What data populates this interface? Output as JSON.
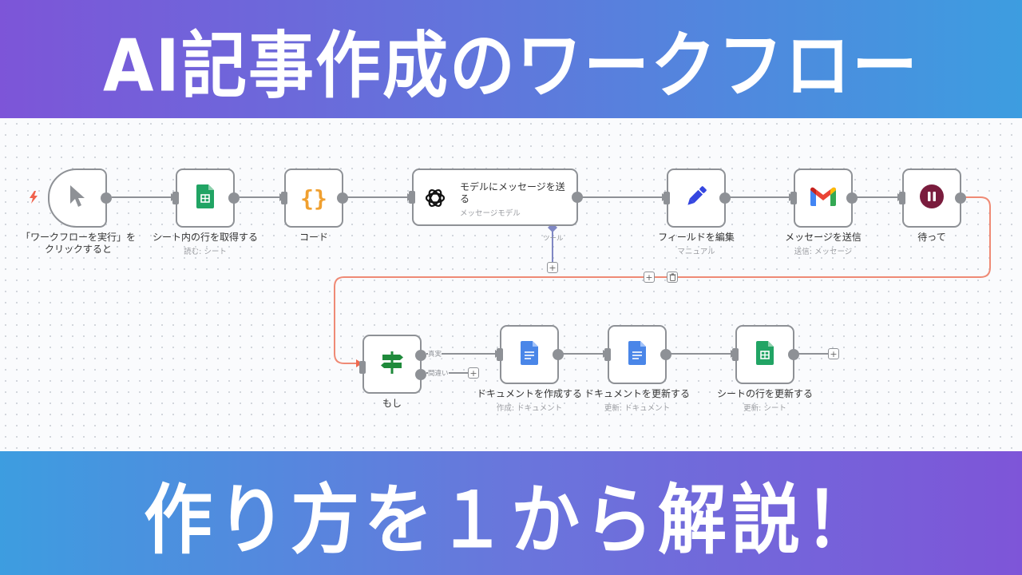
{
  "banner": {
    "title": "AI記事作成のワークフロー",
    "subtitle": "作り方を１から解説！",
    "colors": {
      "purple": "#7d55d8",
      "blue": "#3d9de0"
    }
  },
  "workflow": {
    "trigger_icon": "lightning-icon",
    "nodes": [
      {
        "id": "manual-trigger",
        "icon": "cursor-icon",
        "title": "「ワークフローを実行」を\nクリックすると",
        "title_line1": "「ワークフローを実行」を",
        "title_line2": "クリックすると",
        "subtitle": ""
      },
      {
        "id": "get-sheet-rows",
        "icon": "google-sheets-icon",
        "title": "シート内の行を取得する",
        "subtitle": "読む: シート"
      },
      {
        "id": "code",
        "icon": "code-braces-icon",
        "title": "コード",
        "subtitle": ""
      },
      {
        "id": "message-model",
        "icon": "openai-icon",
        "title": "モデルにメッセージを送る",
        "title_line1": "モデルにメッセージを送",
        "title_line2": "る",
        "subtitle": "メッセージモデル",
        "tool_label": "ツール"
      },
      {
        "id": "edit-fields",
        "icon": "pencil-icon",
        "title": "フィールドを編集",
        "subtitle": "マニュアル"
      },
      {
        "id": "send-message",
        "icon": "gmail-icon",
        "title": "メッセージを送信",
        "subtitle": "送信: メッセージ"
      },
      {
        "id": "wait",
        "icon": "pause-icon",
        "title": "待って",
        "subtitle": ""
      },
      {
        "id": "if",
        "icon": "signpost-icon",
        "title": "もし",
        "subtitle": "",
        "true_label": "真実",
        "false_label": "間違い"
      },
      {
        "id": "create-doc",
        "icon": "google-docs-icon",
        "title": "ドキュメントを作成する",
        "subtitle": "作成: ドキュメント"
      },
      {
        "id": "update-doc",
        "icon": "google-docs-icon",
        "title": "ドキュメントを更新する",
        "subtitle": "更新: ドキュメント"
      },
      {
        "id": "update-sheet-row",
        "icon": "google-sheets-icon",
        "title": "シートの行を更新する",
        "subtitle": "更新: シート"
      }
    ],
    "controls": {
      "plus": "+",
      "trash_icon": "trash-icon"
    },
    "colors": {
      "wire": "#8e9196",
      "loop_wire": "#ef8a75",
      "tool_wire": "#8088c4",
      "pause": "#7a1c3d",
      "pencil": "#3546e0",
      "sheets": "#21a464",
      "docs": "#4a86e8",
      "code": "#f0a030",
      "signpost": "#1f8a3b"
    }
  }
}
